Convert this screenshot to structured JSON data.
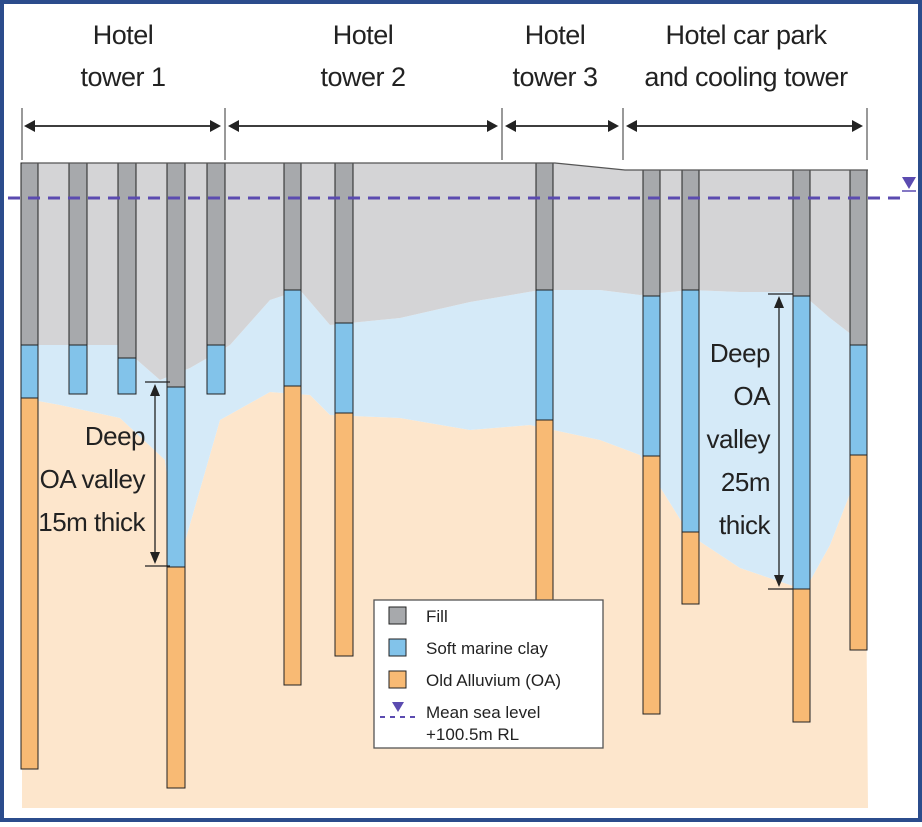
{
  "sections": [
    {
      "line1": "Hotel",
      "line2": "tower 1"
    },
    {
      "line1": "Hotel",
      "line2": "tower 2"
    },
    {
      "line1": "Hotel",
      "line2": "tower 3"
    },
    {
      "line1": "Hotel car park",
      "line2": "and cooling tower"
    }
  ],
  "annotations": {
    "left": [
      "Deep",
      "OA valley",
      "15m thick"
    ],
    "right": [
      "Deep",
      "OA",
      "valley",
      "25m",
      "thick"
    ]
  },
  "legend": {
    "items": [
      {
        "label": "Fill",
        "color": "#a7a9ac"
      },
      {
        "label": "Soft marine clay",
        "color": "#82c3ea"
      },
      {
        "label": "Old Alluvium (OA)",
        "color": "#f8ba74"
      }
    ],
    "sea_level_line1": "Mean sea level",
    "sea_level_line2": "+100.5m RL"
  },
  "colors": {
    "frame": "#2b4c8c",
    "fill_layer": "#d4d4d6",
    "clay_layer": "#d5eaf8",
    "oa_layer": "#fde6cc",
    "fill_column": "#a7a9ac",
    "clay_column": "#82c3ea",
    "oa_column": "#f8ba74",
    "sea_level": "#5b4bb0"
  }
}
